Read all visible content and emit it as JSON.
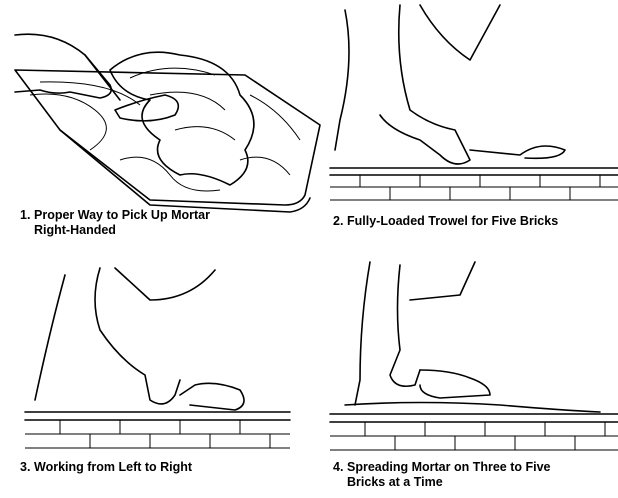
{
  "panels": [
    {
      "number": "1.",
      "caption_line1": "Proper Way to Pick Up Mortar",
      "caption_line2": "Right-Handed"
    },
    {
      "number": "2.",
      "caption_line1": "Fully-Loaded Trowel for Five Bricks"
    },
    {
      "number": "3.",
      "caption_line1": "Working from Left to Right"
    },
    {
      "number": "4.",
      "caption_line1": "Spreading Mortar on Three to Five",
      "caption_line2": "Bricks at a Time"
    }
  ]
}
